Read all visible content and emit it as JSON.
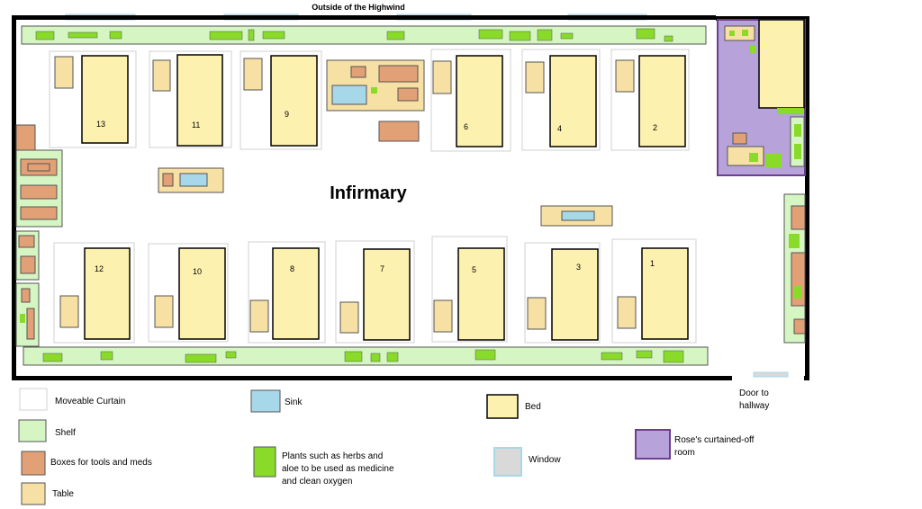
{
  "top_label": "Outside of the Highwind",
  "room_title": "Infirmary",
  "beds_top": [
    "13",
    "11",
    "9",
    "6",
    "4",
    "2"
  ],
  "beds_bottom": [
    "12",
    "10",
    "8",
    "7",
    "5",
    "3",
    "1"
  ],
  "door_label": [
    "Door to",
    "hallway"
  ],
  "colors": {
    "curtain": "#ffffff",
    "shelf": "#d5f6c3",
    "box": "#e2a077",
    "table": "#f7e0a3",
    "sink": "#a7d8ea",
    "plant": "#8adb29",
    "bed": "#fdf1b0",
    "window": "#d9d9d9",
    "rose_room": "#b7a2d9"
  },
  "legend": [
    {
      "key": "curtain",
      "label": [
        "Moveable Curtain"
      ]
    },
    {
      "key": "shelf",
      "label": [
        "Shelf"
      ]
    },
    {
      "key": "box",
      "label": [
        "Boxes for tools and meds"
      ]
    },
    {
      "key": "table",
      "label": [
        "Table"
      ]
    },
    {
      "key": "sink",
      "label": [
        "Sink"
      ]
    },
    {
      "key": "plant",
      "label": [
        "Plants such as herbs and",
        "aloe to be used as medicine",
        "and clean oxygen"
      ]
    },
    {
      "key": "window",
      "label": [
        "Window"
      ]
    },
    {
      "key": "bed",
      "label": [
        "Bed"
      ]
    },
    {
      "key": "rose_room",
      "label": [
        "Rose's curtained-off",
        "room"
      ]
    }
  ]
}
